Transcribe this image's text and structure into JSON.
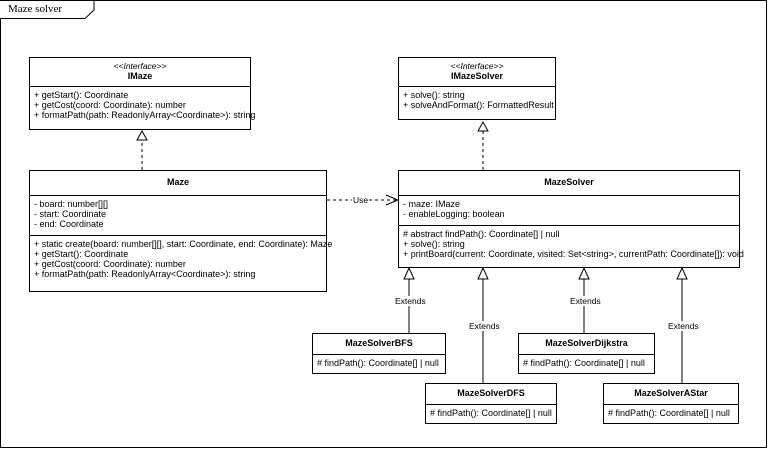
{
  "frame": {
    "title": "Maze solver"
  },
  "classes": {
    "imaze": {
      "stereotype": "<<Interface>>",
      "name": "IMaze",
      "methods": [
        "+ getStart(): Coordinate",
        "+ getCost(coord: Coordinate): number",
        "+ formatPath(path: ReadonlyArray<Coordinate>): string"
      ]
    },
    "imazesolver": {
      "stereotype": "<<Interface>>",
      "name": "IMazeSolver",
      "methods": [
        "+ solve(): string",
        "+ solveAndFormat(): FormattedResult"
      ]
    },
    "maze": {
      "name": "Maze",
      "fields": [
        "- board: number[][]",
        "- start: Coordinate",
        "- end: Coordinate"
      ],
      "methods": [
        "+ static create(board: number[][], start: Coordinate, end: Coordinate): Maze",
        "+ getStart(): Coordinate",
        "+ getCost(coord: Coordinate): number",
        "+ formatPath(path: ReadonlyArray<Coordinate>): string"
      ]
    },
    "mazesolver": {
      "name": "MazeSolver",
      "fields": [
        "- maze: IMaze",
        "- enableLogging: boolean"
      ],
      "methods": [
        "# abstract findPath(): Coordinate[] | null",
        "+ solve(): string",
        "+ printBoard(current: Coordinate, visited: Set<string>, currentPath: Coordinate[]): void"
      ]
    },
    "bfs": {
      "name": "MazeSolverBFS",
      "methods": [
        "# findPath(): Coordinate[] | null"
      ]
    },
    "dfs": {
      "name": "MazeSolverDFS",
      "methods": [
        "# findPath(): Coordinate[] | null"
      ]
    },
    "dijkstra": {
      "name": "MazeSolverDijkstra",
      "methods": [
        "# findPath(): Coordinate[] | null"
      ]
    },
    "astar": {
      "name": "MazeSolverAStar",
      "methods": [
        "# findPath(): Coordinate[] | null"
      ]
    }
  },
  "edges": {
    "use_label": "Use",
    "extends_label": "Extends"
  }
}
